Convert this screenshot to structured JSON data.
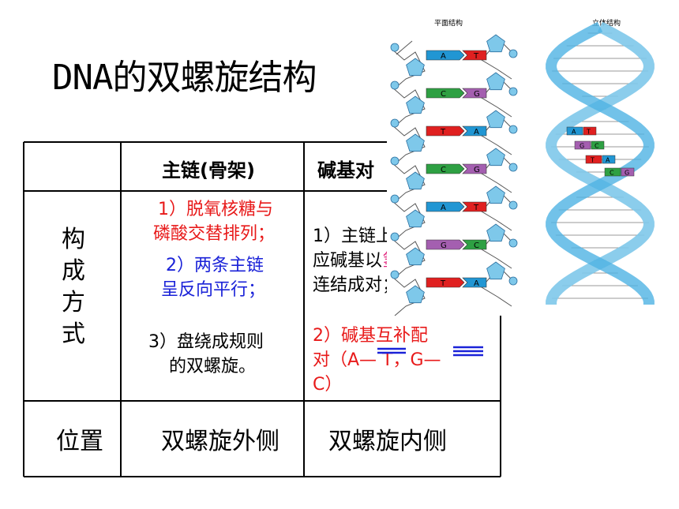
{
  "title": "DNA的双螺旋结构",
  "diagram": {
    "flat_label": "平面结构",
    "solid_label": "立体结构",
    "flat_pairs": [
      {
        "left": "A",
        "right": "T"
      },
      {
        "left": "C",
        "right": "G"
      },
      {
        "left": "T",
        "right": "A"
      },
      {
        "left": "C",
        "right": "G"
      },
      {
        "left": "A",
        "right": "T"
      },
      {
        "left": "G",
        "right": "C"
      },
      {
        "left": "T",
        "right": "A"
      }
    ],
    "helix_pairs": [
      {
        "left": "A",
        "right": "T"
      },
      {
        "left": "G",
        "right": "C"
      },
      {
        "left": "T",
        "right": "A"
      },
      {
        "left": "C",
        "right": "G"
      }
    ],
    "colors": {
      "A": "#2196d3",
      "T": "#e02020",
      "C": "#2ea043",
      "G": "#a45fb0",
      "strand": "#7ec8ea"
    }
  },
  "table": {
    "headers": {
      "col1": "主链(骨架)",
      "col2": "碱基对"
    },
    "row1": {
      "label_chars": [
        "构",
        "成",
        "方",
        "式"
      ],
      "main_chain": {
        "item1_line1": "1）脱氧核糖与",
        "item1_line2": "磷酸交替排列；",
        "item2_line1": "2）两条主链",
        "item2_line2": "呈反向平行；",
        "item3_line1": "3）盘绕成规则",
        "item3_line2": "的双螺旋。"
      },
      "base_pair": {
        "item1_line1": "1）主链上对",
        "item1_line2a": "应碱基以",
        "item1_line2b": "氢键",
        "item1_line3": "连结成对；",
        "item2_line1": "2）碱基互补配",
        "item2_line2": "对（A— T，G—",
        "item2_line3": "C）"
      }
    },
    "row2": {
      "label": "位置",
      "main_chain": "双螺旋外侧",
      "base_pair": "双螺旋内侧"
    }
  }
}
